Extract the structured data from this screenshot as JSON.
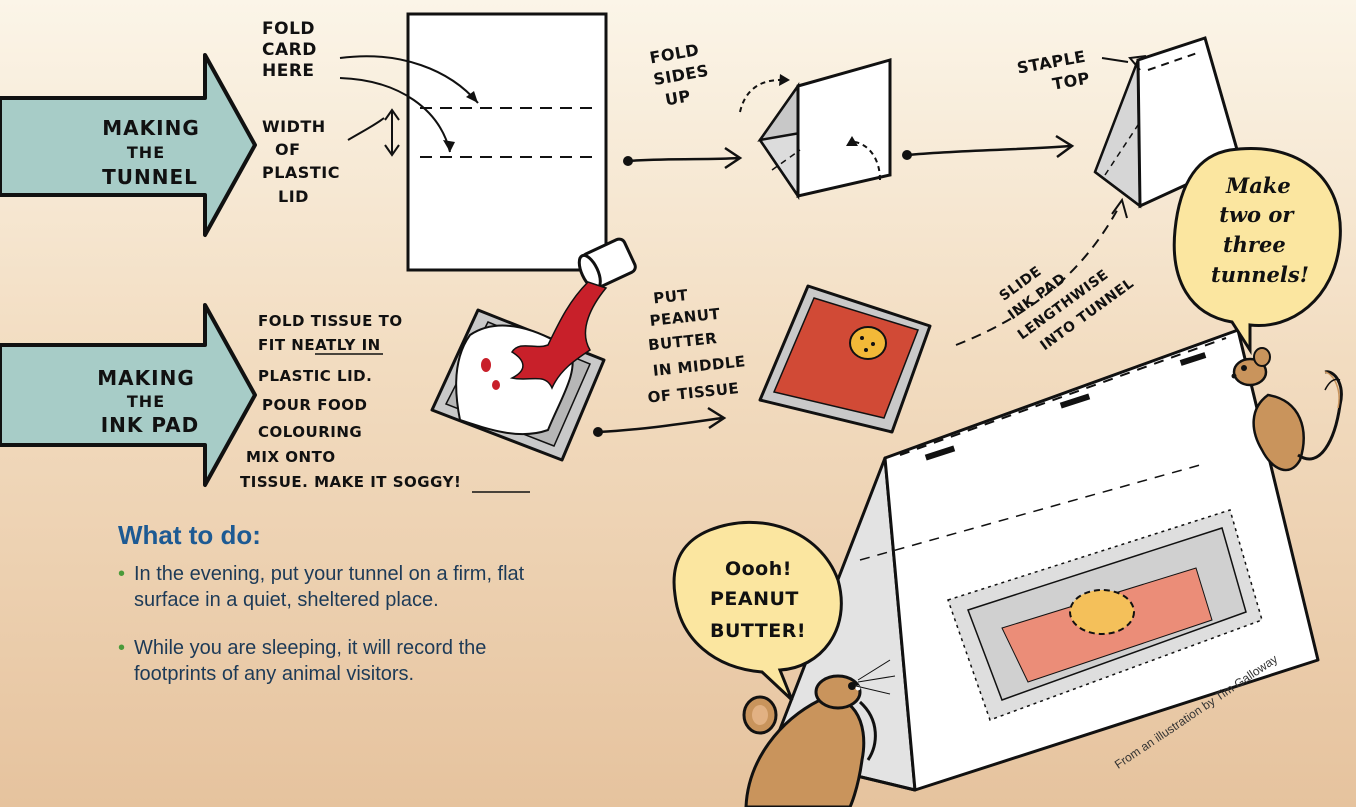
{
  "stages": {
    "tunnel": "MAKING THE TUNNEL",
    "tunnel_lines": [
      "MAKING",
      "THE",
      "TUNNEL"
    ],
    "inkpad": "MAKING THE INK PAD",
    "inkpad_lines": [
      "MAKING",
      "THE",
      "INK PAD"
    ]
  },
  "annotations": {
    "fold_card": [
      "FOLD",
      "CARD",
      "HERE"
    ],
    "width_lid": [
      "WIDTH",
      "OF",
      "PLASTIC",
      "LID"
    ],
    "fold_sides": [
      "FOLD",
      "SIDES",
      "UP"
    ],
    "staple_top": [
      "STAPLE",
      "TOP"
    ],
    "fold_tissue": [
      "FOLD TISSUE TO",
      "FIT NEATLY IN",
      "PLASTIC LID.",
      "POUR FOOD",
      "COLOURING",
      "MIX ONTO",
      "TISSUE. MAKE IT SOGGY!"
    ],
    "peanut": [
      "PUT",
      "PEANUT",
      "BUTTER",
      "IN MIDDLE",
      "OF TISSUE"
    ],
    "slide": [
      "SLIDE",
      "INK PAD",
      "LENGTHWISE",
      "INTO TUNNEL"
    ]
  },
  "bubbles": {
    "mouse_right": [
      "Make",
      "two or",
      "three",
      "tunnels!"
    ],
    "mouse_left": [
      "Oooh!",
      "PEANUT",
      "BUTTER!"
    ]
  },
  "instructions": {
    "heading": "What to do:",
    "items": [
      "In the evening, put your tunnel on a firm, flat surface in a quiet, sheltered place.",
      "While you are sleeping, it will record the footprints of any animal visitors."
    ]
  },
  "credit": "From an illustration by Tim Galloway",
  "colors": {
    "arrow_fill": "#a7ccc7",
    "heading": "#1d5a93",
    "ink": "#c8202a",
    "ink_pad": "#d14a36",
    "peanut": "#f2b938",
    "mouse": "#c9945c",
    "bubble": "#fbe6a0",
    "lid": "#c9c9c9"
  }
}
